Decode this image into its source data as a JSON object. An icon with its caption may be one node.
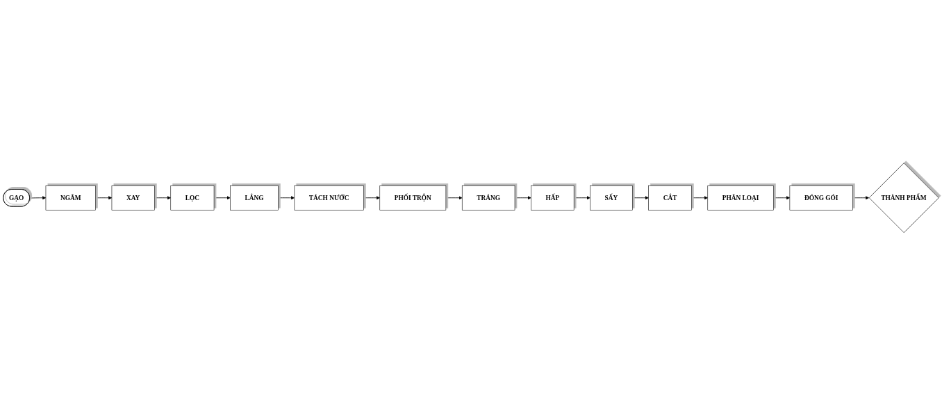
{
  "diagram": {
    "nodes": [
      {
        "text": [
          "GẠO"
        ]
      },
      {
        "text": [
          "NGÂM"
        ]
      },
      {
        "text": [
          "XAY"
        ]
      },
      {
        "text": [
          "LỌC"
        ]
      },
      {
        "text": [
          "LẮNG"
        ]
      },
      {
        "text": [
          "TÁCH NƯỚC"
        ]
      },
      {
        "text": [
          "PHỐI TRỘN"
        ]
      },
      {
        "text": [
          "TRÁNG"
        ]
      },
      {
        "text": [
          "HẤP"
        ]
      },
      {
        "text": [
          "SẤY"
        ]
      },
      {
        "text": [
          "CẮT"
        ]
      },
      {
        "text": [
          "PHÂN LOẠI"
        ]
      },
      {
        "text": [
          "ĐÓNG GÓI"
        ]
      },
      {
        "text": [
          "THÀNH PHẨM"
        ]
      }
    ],
    "edges": [
      {
        "from": 0,
        "to": 1,
        "arrow": "to"
      },
      {
        "from": 1,
        "to": 2,
        "arrow": "to"
      },
      {
        "from": 2,
        "to": 3,
        "arrow": "to"
      },
      {
        "from": 3,
        "to": 4,
        "arrow": "to"
      },
      {
        "from": 4,
        "to": 5,
        "arrow": "to"
      },
      {
        "from": 5,
        "to": 6,
        "arrow": "to"
      },
      {
        "from": 6,
        "to": 7,
        "arrow": "to"
      },
      {
        "from": 7,
        "to": 8,
        "arrow": "to"
      },
      {
        "from": 8,
        "to": 9,
        "arrow": "to"
      },
      {
        "from": 9,
        "to": 10,
        "arrow": "to"
      },
      {
        "from": 10,
        "to": 11,
        "arrow": "to"
      },
      {
        "from": 11,
        "to": 12,
        "arrow": "to"
      },
      {
        "from": 12,
        "to": 13,
        "arrow": "to"
      }
    ]
  }
}
